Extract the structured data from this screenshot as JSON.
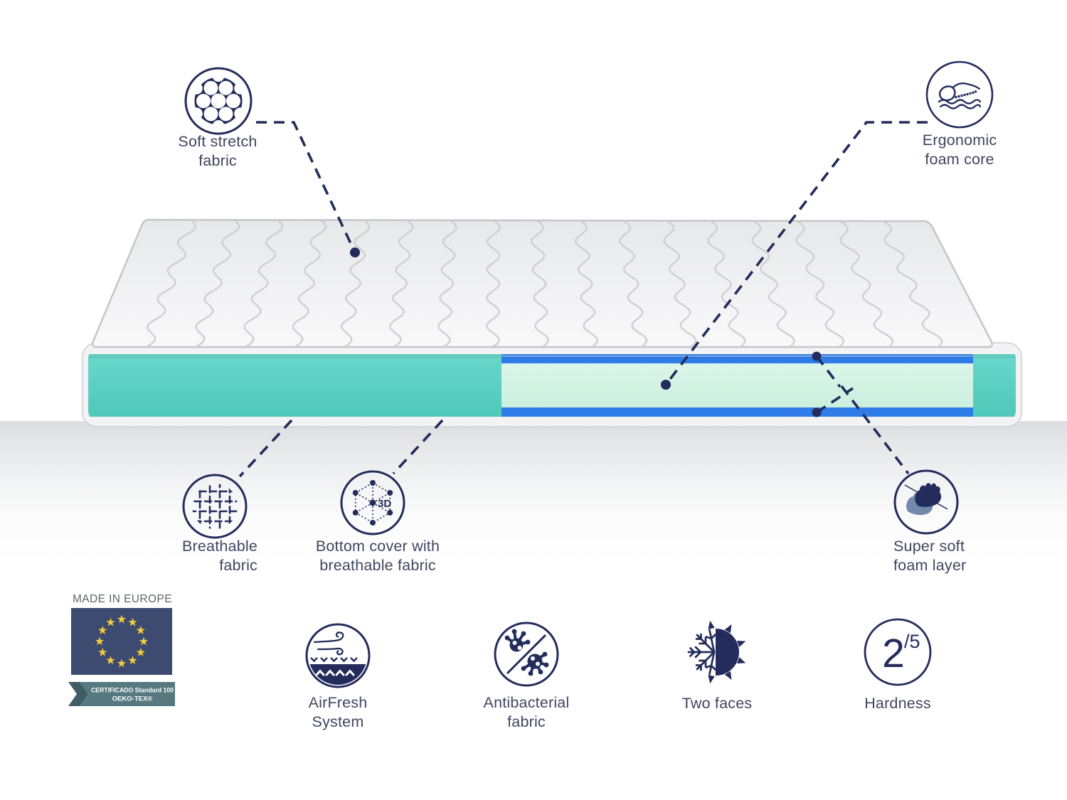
{
  "colors": {
    "navy": "#232c5c",
    "label": "#3f465f",
    "teal": "#5bd0c4",
    "teal_dark": "#4cc7ba",
    "mint": "#d4f3e5",
    "stripe_blue": "#2f7ce8",
    "flag_navy": "#3d4b70",
    "star_gold": "#f3cb3e",
    "ribbon_teal": "#56797f",
    "ribbon_dark": "#3f5d66",
    "text_gray": "#5f6368"
  },
  "callouts": {
    "soft_stretch": {
      "line1": "Soft stretch",
      "line2": "fabric"
    },
    "ergonomic": {
      "line1": "Ergonomic",
      "line2": "foam core"
    },
    "breathable": {
      "line1": "Breathable",
      "line2": "fabric"
    },
    "bottom_cover": {
      "line1": "Bottom cover with",
      "line2": "breathable fabric",
      "icon_text": "3D"
    },
    "super_soft": {
      "line1": "Super soft",
      "line2": "foam layer"
    }
  },
  "features": {
    "airfresh": {
      "line1": "AirFresh",
      "line2": "System"
    },
    "antibacterial": {
      "line1": "Antibacterial",
      "line2": "fabric"
    },
    "two_faces": {
      "label": "Two faces"
    },
    "hardness": {
      "label": "Hardness",
      "value": "2",
      "scale": "/5"
    }
  },
  "made_in": {
    "title": "MADE IN EUROPE",
    "cert_line1": "CERTIFICADO Standard 100",
    "cert_line2": "OEKO-TEX®"
  }
}
